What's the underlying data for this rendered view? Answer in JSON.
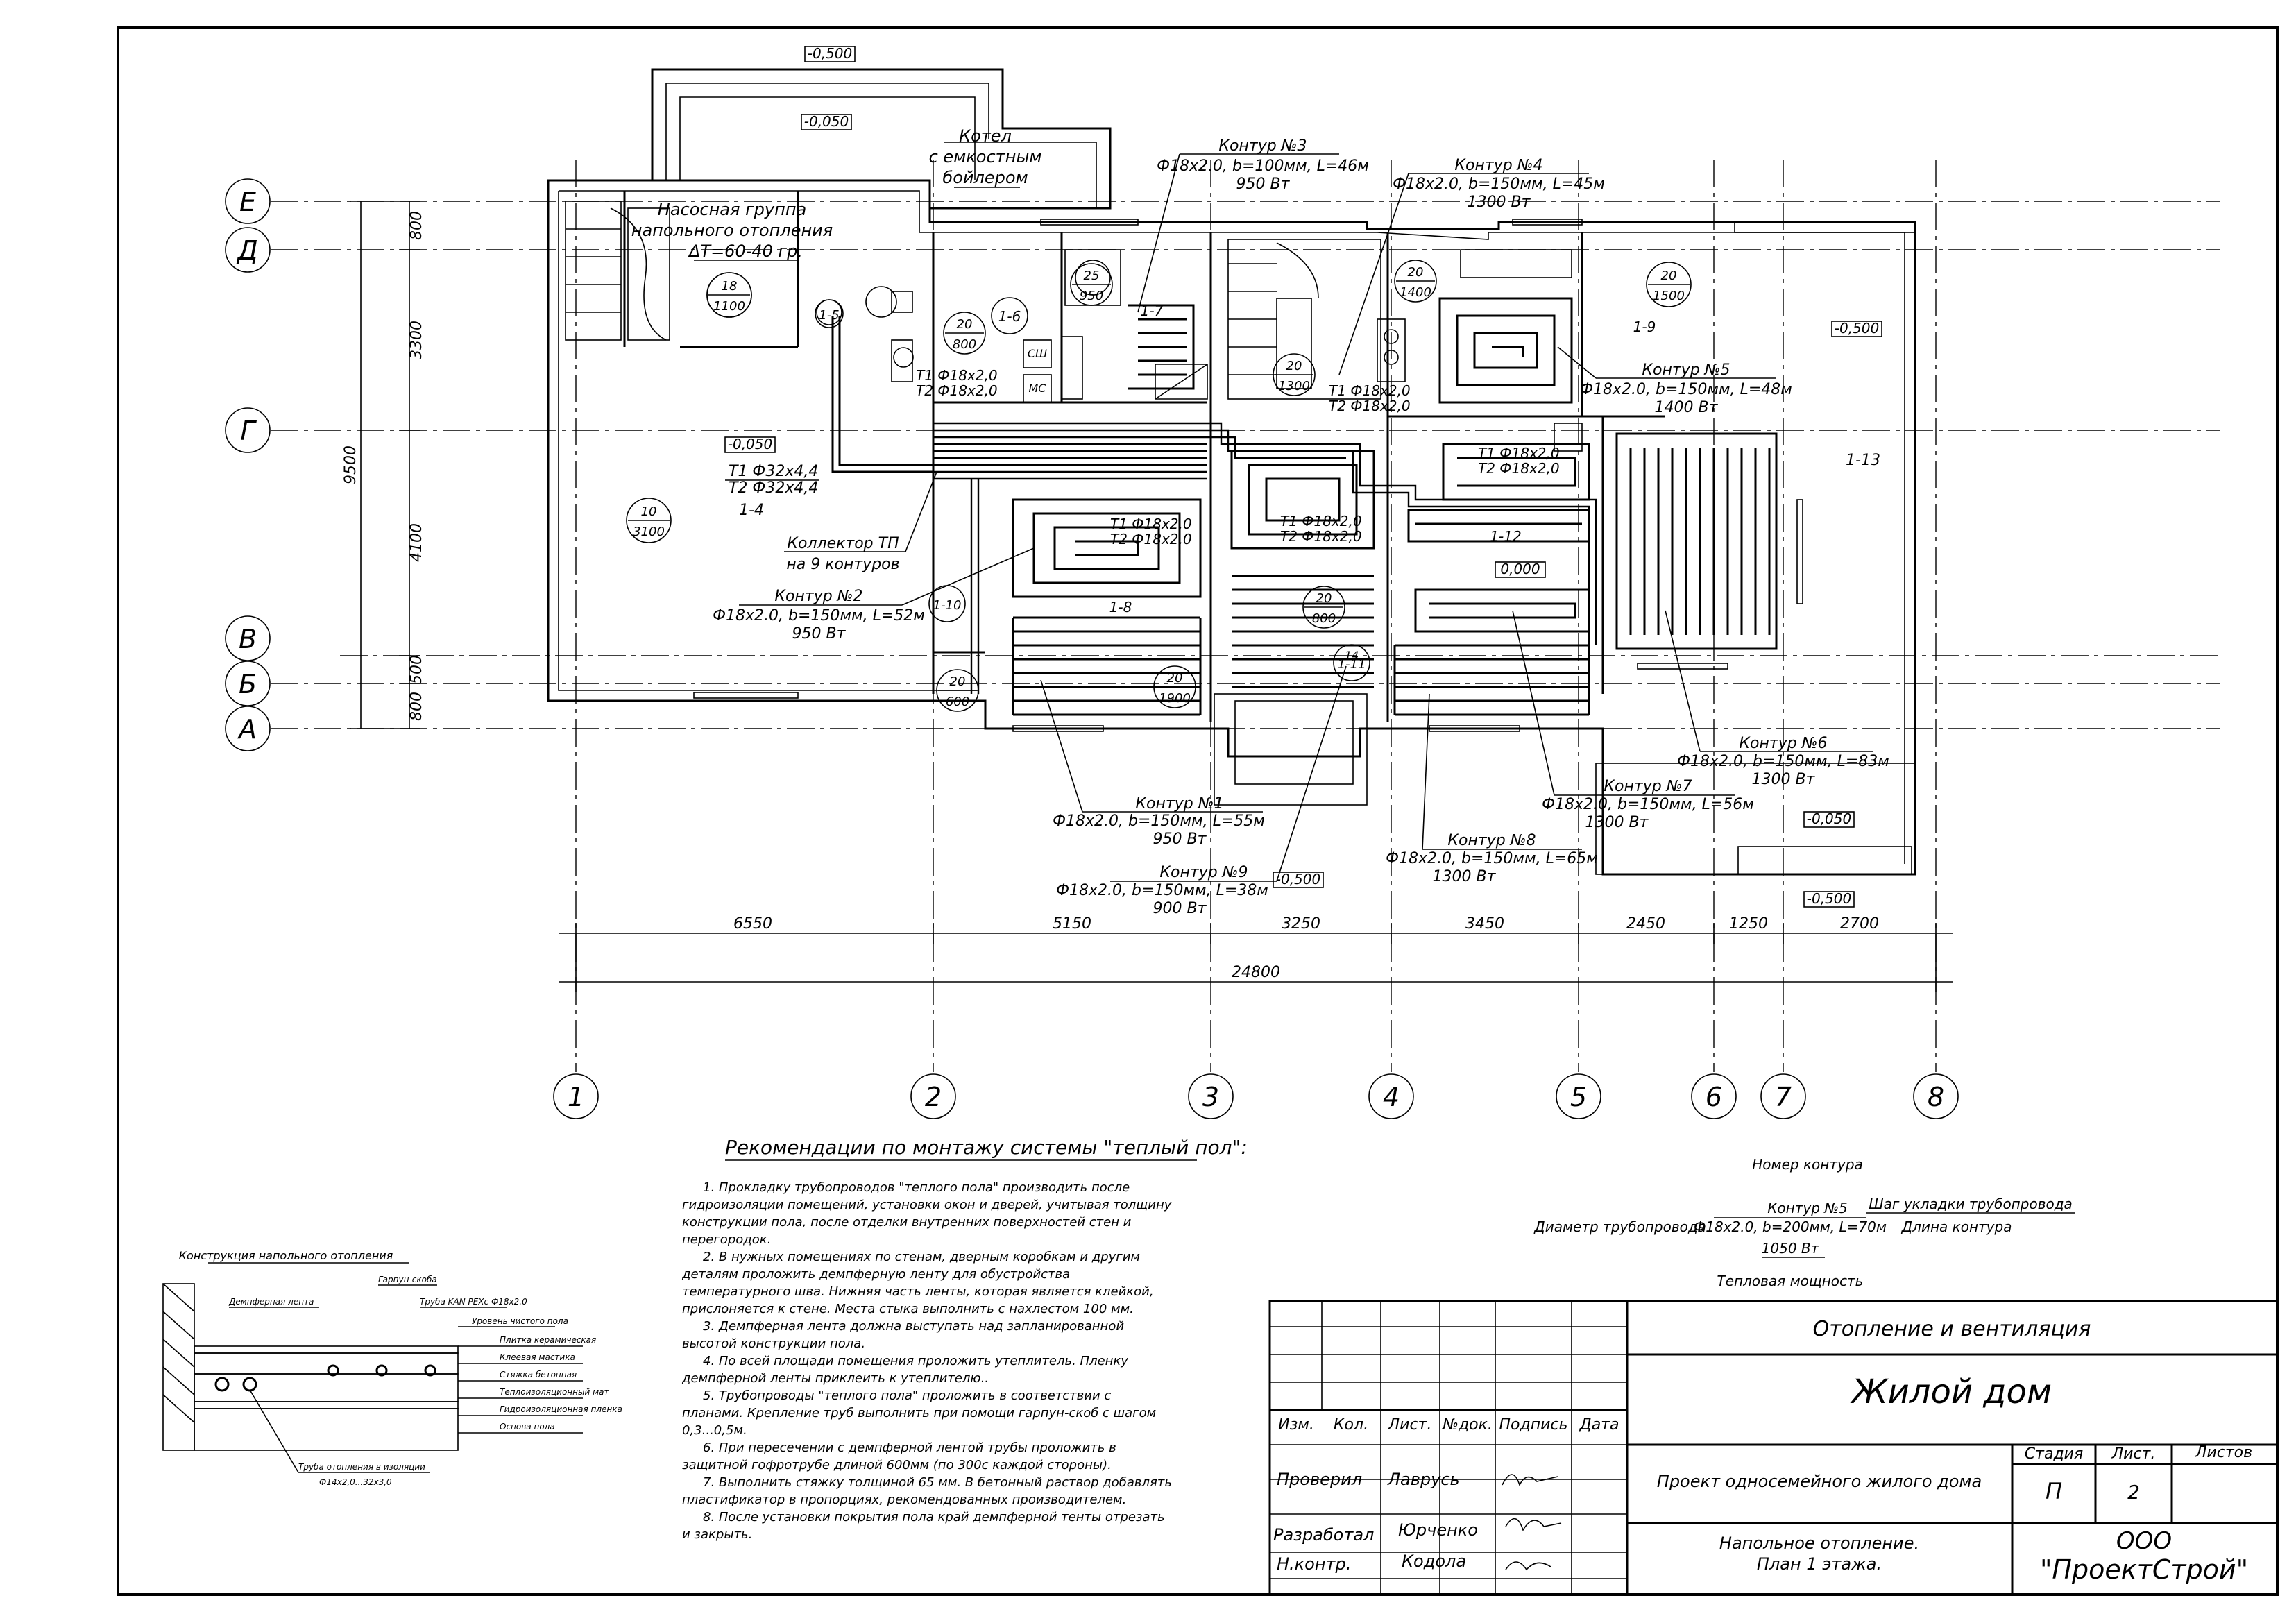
{
  "levels": {
    "top_outer": "-0,500",
    "top_inner": "-0,050",
    "left_room": "-0,050",
    "right_terrace": "-0,500",
    "floor_zero": "0,000",
    "bottom_right_1": "-0,050",
    "bottom_right_2": "-0,500",
    "bottom_center": "-0,500"
  },
  "grid_letters": [
    "Е",
    "Д",
    "Г",
    "В",
    "Б",
    "А"
  ],
  "grid_numbers": [
    "1",
    "2",
    "3",
    "4",
    "5",
    "6",
    "7",
    "8"
  ],
  "vertical_dims": [
    "800",
    "3300",
    "9500",
    "4100",
    "500",
    "800"
  ],
  "horizontal_dims": [
    "6550",
    "5150",
    "3250",
    "3450",
    "2450",
    "1250",
    "2700"
  ],
  "total_length": "24800",
  "labels": {
    "boiler": [
      "Котел",
      "с емкостным",
      "бойлером"
    ],
    "pump_group": [
      "Насосная группа",
      "напольного отопления",
      "ΔТ=60-40 гр."
    ],
    "collector": [
      "Коллектор ТП",
      "на 9 контуров"
    ],
    "collector_pipes": [
      "Т1 Ф32х4,4",
      "Т2 Ф32х4,4"
    ],
    "pipe_pair": [
      "Т1 Ф18х2,0",
      "Т2 Ф18х2,0"
    ],
    "unit_1_5": "1-5",
    "unit_1_4": "1-4",
    "unit_1_6": "1-6",
    "unit_1_7": "1-7",
    "unit_1_8": "1-8",
    "unit_1_9": "1-9",
    "unit_1_10": "1-10",
    "unit_1_11": "1-11",
    "unit_1_12": "1-12",
    "unit_1_13": "1-13",
    "sink_1": "СШ",
    "sink_2": "МС"
  },
  "rooms": [
    {
      "temp": "18",
      "area": "1100"
    },
    {
      "temp": "10",
      "area": "3100"
    },
    {
      "temp": "20",
      "area": "800"
    },
    {
      "temp": "25",
      "area": "950"
    },
    {
      "temp": "20",
      "area": "1300"
    },
    {
      "temp": "20",
      "area": "1400"
    },
    {
      "temp": "20",
      "area": "1500"
    },
    {
      "temp": "20",
      "area": "600"
    },
    {
      "temp": "20",
      "area": "1900"
    },
    {
      "temp": "20",
      "area": "800"
    },
    {
      "temp": "14",
      "area": ""
    }
  ],
  "contours": [
    {
      "name": "Контур №1",
      "spec": "Ф18х2.0, b=150мм, L=55м",
      "power": "950 Вт"
    },
    {
      "name": "Контур №2",
      "spec": "Ф18х2.0, b=150мм, L=52м",
      "power": "950 Вт"
    },
    {
      "name": "Контур №3",
      "spec": "Ф18х2.0, b=100мм, L=46м",
      "power": "950 Вт"
    },
    {
      "name": "Контур №4",
      "spec": "Ф18х2.0, b=150мм, L=45м",
      "power": "1300 Вт"
    },
    {
      "name": "Контур №5",
      "spec": "Ф18х2.0, b=150мм, L=48м",
      "power": "1400 Вт"
    },
    {
      "name": "Контур №6",
      "spec": "Ф18х2.0, b=150мм, L=83м",
      "power": "1300 Вт"
    },
    {
      "name": "Контур №7",
      "spec": "Ф18х2.0, b=150мм, L=56м",
      "power": "1300 Вт"
    },
    {
      "name": "Контур №8",
      "spec": "Ф18х2.0, b=150мм, L=65м",
      "power": "1300 Вт"
    },
    {
      "name": "Контур №9",
      "spec": "Ф18х2.0, b=150мм, L=38м",
      "power": "900 Вт"
    }
  ],
  "recommendations": {
    "title": "Рекомендации по монтажу системы \"теплый пол\":",
    "lines": [
      "1. Прокладку трубопроводов \"теплого пола\" производить после",
      "гидроизоляции помещений, установки окон и дверей, учитывая толщину",
      "конструкции пола, после отделки внутренних поверхностей стен и",
      "перегородок.",
      "2. В нужных помещениях по стенам, дверным коробкам и другим",
      "деталям проложить демпферную ленту для обустройства",
      "температурного шва. Нижняя часть ленты, которая является клейкой,",
      "прислоняется к стене. Места стыка выполнить с нахлестом 100 мм.",
      "3. Демпферная лента должна выступать над запланированной",
      "высотой конструкции пола.",
      "4. По всей площади помещения проложить утеплитель. Пленку",
      "демпферной ленты приклеить к утеплителю..",
      "5. Трубопроводы \"теплого пола\" проложить в соответствии с",
      "планами. Крепление труб выполнить при помощи гарпун-скоб с шагом",
      "0,3...0,5м.",
      "6. При пересечении с демпферной лентой трубы проложить в",
      "защитной гофротрубе длиной 600мм (по 300с каждой стороны).",
      "7. Выполнить стяжку толщиной 65 мм. В бетонный раствор добавлять",
      "пластификатор в пропорциях, рекомендованных производителем.",
      "8. После установки покрытия пола край демпферной тенты отрезать",
      "и закрыть."
    ]
  },
  "legend": {
    "number": "Номер контура",
    "step": "Шаг укладки трубопровода",
    "name": "Контур №5",
    "diameter": "Диаметр трубопровода",
    "spec": "Ф18х2.0, b=200мм, L=70м",
    "length": "Длина контура",
    "power": "1050 Вт",
    "heat": "Тепловая мощность"
  },
  "construction": {
    "title": "Конструкция напольного отопления",
    "labels": {
      "harpoon": "Гарпун-скоба",
      "damper": "Демпферная лента",
      "pipe": "Труба KAN PEXc Ф18х2.0",
      "clean_floor": "Уровень чистого пола",
      "tile": "Плитка керамическая",
      "mastic": "Клеевая мастика",
      "screed": "Стяжка бетонная",
      "insulation": "Теплоизоляционный мат",
      "waterproof": "Гидроизоляционная пленка",
      "base": "Основа пола",
      "insulated_pipe": "Труба отопления в изоляции",
      "insulated_pipe_size": "Ф14х2,0...32х3,0"
    }
  },
  "title_block": {
    "discipline": "Отопление и вентиляция",
    "object": "Жилой дом",
    "headers": [
      "Изм.",
      "Кол.",
      "Лист.",
      "№док.",
      "Подпись",
      "Дата"
    ],
    "roles": [
      "Проверил",
      "Разработал",
      "Н.контр."
    ],
    "names": [
      "Лаврусь",
      "Юрченко",
      "Кодола"
    ],
    "project": "Проект односемейного жилого дома",
    "stage_header": "Стадия",
    "sheet_header": "Лист.",
    "sheets_header": "Листов",
    "stage": "П",
    "sheet": "2",
    "sheet_title": [
      "Напольное отопление.",
      "План 1 этажа."
    ],
    "company": [
      "ООО",
      "\"ПроектСтрой\""
    ]
  }
}
